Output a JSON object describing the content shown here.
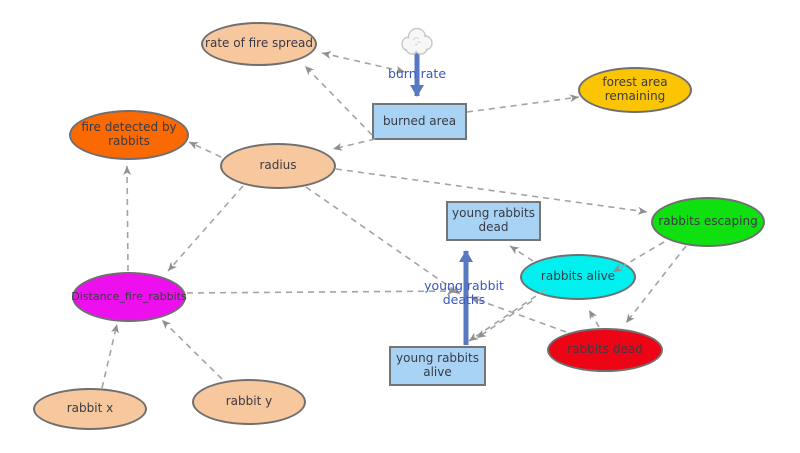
{
  "diagram": {
    "type": "stock-and-flow causal diagram",
    "nodes": {
      "rate_of_fire_spread": {
        "label": "rate of fire spread",
        "shape": "ellipse",
        "color": "#F7C89E"
      },
      "fire_detected_by_rabbits": {
        "label": "fire detected by rabbits",
        "shape": "ellipse",
        "color": "#FB6903"
      },
      "radius": {
        "label": "radius",
        "shape": "ellipse",
        "color": "#F7C89E"
      },
      "burned_area": {
        "label": "burned area",
        "shape": "stock",
        "color": "#A9D3F5"
      },
      "forest_area_remaining": {
        "label": "forest area remaining",
        "shape": "ellipse",
        "color": "#FCC503"
      },
      "young_rabbits_dead": {
        "label": "young rabbits dead",
        "shape": "stock",
        "color": "#A9D3F5"
      },
      "rabbits_escaping": {
        "label": "rabbits escaping",
        "shape": "ellipse",
        "color": "#0FE00F"
      },
      "rabbits_alive": {
        "label": "rabbits alive",
        "shape": "ellipse",
        "color": "#00F0F0"
      },
      "distance_fire_rabbits": {
        "label": "Distance_fire_rabbits",
        "shape": "ellipse",
        "color": "#EE0FEE"
      },
      "young_rabbits_alive": {
        "label": "young rabbits alive",
        "shape": "stock",
        "color": "#A9D3F5"
      },
      "rabbits_dead": {
        "label": "rabbits dead",
        "shape": "ellipse",
        "color": "#EE0515"
      },
      "rabbit_x": {
        "label": "rabbit x",
        "shape": "ellipse",
        "color": "#F7C89E"
      },
      "rabbit_y": {
        "label": "rabbit y",
        "shape": "ellipse",
        "color": "#F7C89E"
      }
    },
    "flows": [
      {
        "label": "burn rate",
        "from": "cloud source",
        "to": "burned area"
      },
      {
        "label": "young rabbit deaths",
        "from": "young rabbits alive",
        "to": "young rabbits dead"
      }
    ],
    "edges": [
      {
        "from": "rate of fire spread",
        "to": "burn rate",
        "bidirectional_arrowheads": true
      },
      {
        "from": "burned area",
        "to": "rate of fire spread"
      },
      {
        "from": "burned area",
        "to": "forest area remaining"
      },
      {
        "from": "burned area",
        "to": "radius"
      },
      {
        "from": "radius",
        "to": "fire detected by rabbits"
      },
      {
        "from": "radius",
        "to": "Distance_fire_rabbits"
      },
      {
        "from": "radius",
        "to": "rabbits escaping"
      },
      {
        "from": "radius",
        "to": "young rabbit deaths"
      },
      {
        "from": "Distance_fire_rabbits",
        "to": "fire detected by rabbits"
      },
      {
        "from": "Distance_fire_rabbits",
        "to": "young rabbit deaths"
      },
      {
        "from": "rabbit x",
        "to": "Distance_fire_rabbits"
      },
      {
        "from": "rabbit y",
        "to": "Distance_fire_rabbits"
      },
      {
        "from": "rabbits alive",
        "to": "young rabbits dead"
      },
      {
        "from": "rabbits alive",
        "to": "young rabbits alive"
      },
      {
        "from": "rabbits alive",
        "to": "young rabbit deaths"
      },
      {
        "from": "rabbits dead",
        "to": "rabbits alive"
      },
      {
        "from": "rabbits dead",
        "to": "young rabbit deaths"
      },
      {
        "from": "rabbits escaping",
        "to": "rabbits alive"
      },
      {
        "from": "rabbits escaping",
        "to": "rabbits dead"
      }
    ],
    "colors": {
      "stock_fill": "#A9D3F5",
      "node_border": "#6F6F6F",
      "link_dash": "#A3A3A3",
      "link_arrowhead": "#8F8F8F",
      "flow_pipe": "#5878C2",
      "flow_label_text": "#3757C4",
      "node_text": "#3A3A44",
      "cloud_outline": "#C9C9C9"
    }
  }
}
